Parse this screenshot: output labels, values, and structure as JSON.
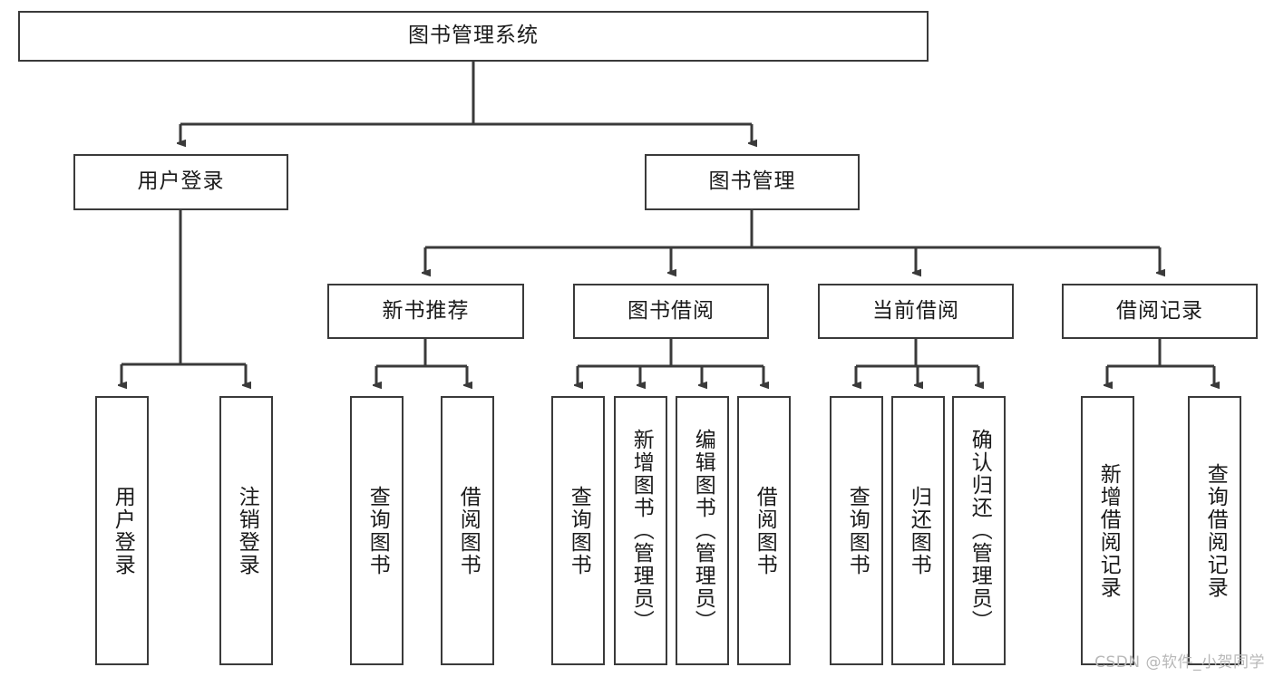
{
  "diagram": {
    "title": "图书管理系统",
    "watermark": "CSDN @软件_小贺同学",
    "colors": {
      "stroke": "#3a3a3a",
      "fill": "#ffffff",
      "text": "#1a1a1a",
      "watermark": "#b8b8b8"
    },
    "levels": {
      "root": {
        "label": "图书管理系统"
      },
      "level2": [
        {
          "label": "用户登录"
        },
        {
          "label": "图书管理"
        }
      ],
      "level3": [
        {
          "label": "新书推荐"
        },
        {
          "label": "图书借阅"
        },
        {
          "label": "当前借阅"
        },
        {
          "label": "借阅记录"
        }
      ],
      "leaves": {
        "user_login": [
          {
            "label": "用户登录"
          },
          {
            "label": "注销登录"
          }
        ],
        "new_book_recommend": [
          {
            "label": "查询图书"
          },
          {
            "label": "借阅图书"
          }
        ],
        "book_borrow": [
          {
            "label": "查询图书"
          },
          {
            "label": "新增图书（管理员）"
          },
          {
            "label": "编辑图书（管理员）"
          },
          {
            "label": "借阅图书"
          }
        ],
        "current_borrow": [
          {
            "label": "查询图书"
          },
          {
            "label": "归还图书"
          },
          {
            "label": "确认归还（管理员）"
          }
        ],
        "borrow_record": [
          {
            "label": "新增借阅记录"
          },
          {
            "label": "查询借阅记录"
          }
        ]
      }
    }
  }
}
